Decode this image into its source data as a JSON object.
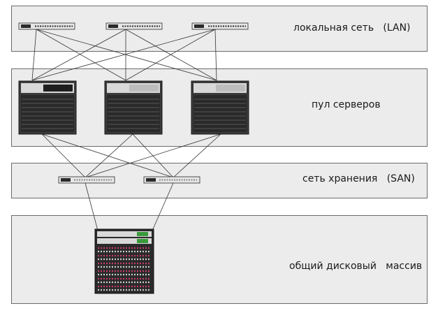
{
  "layers": {
    "lan": {
      "label": "локальная сеть   (LAN)"
    },
    "servers": {
      "label": "пул серверов"
    },
    "san": {
      "label": "сеть хранения   (SAN)"
    },
    "storage": {
      "label": "общий дисковый   массив"
    }
  },
  "colors": {
    "band_fill": "#ececec",
    "band_border": "#6b6b6b",
    "line": "#333333",
    "device_dark": "#2a2a2a",
    "device_light": "#e6e6e6",
    "accent_green": "#3a9a3a",
    "disk_pink": "#c23a6b"
  },
  "devices": {
    "lan_switches": [
      "switch",
      "switch",
      "switch"
    ],
    "servers": [
      "server",
      "server",
      "server"
    ],
    "san_switches": [
      "san-switch",
      "san-switch"
    ],
    "disk_array": "disk-array"
  }
}
